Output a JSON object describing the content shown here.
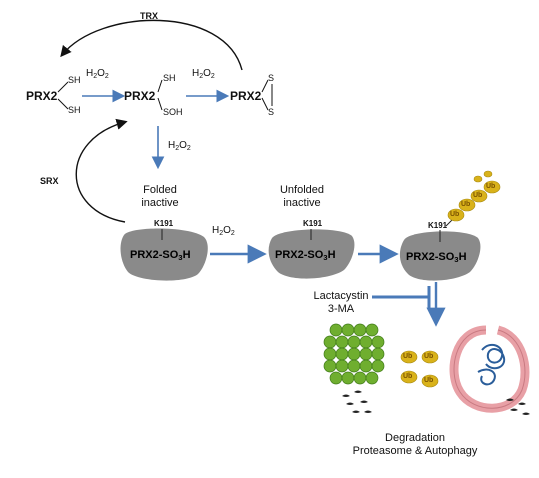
{
  "trx": "TRX",
  "srx": "SRX",
  "prx_reduced": "PRX2",
  "sh": "SH",
  "sh2": "SH",
  "sh_mid": "SH",
  "soh": "SOH",
  "prx_soh": "PRX2",
  "prx_disulfide": "PRX2",
  "s1": "S",
  "s2": "S",
  "h2o2_1": "H",
  "h2o2_2": "H",
  "h2o2_3": "H",
  "h2o2_4": "H",
  "folded_label_1": "Folded",
  "folded_label_2": "inactive",
  "unfolded_label_1": "Unfolded",
  "unfolded_label_2": "inactive",
  "k191": "K191",
  "prx_so3h": "PRX2-SO",
  "so3h_h": "H",
  "ub": "Ub",
  "inhibitor_1": "Lactacystin",
  "inhibitor_2": "3-MA",
  "degradation": "Degradation",
  "degradation_sub": "Proteasome & Autophagy",
  "colors": {
    "arrow_blue": "#4a7ab8",
    "blob_gray": "#8a8a8a",
    "ub_fill": "#d9b21a",
    "proteasome": "#6fae2f",
    "autophagosome": "#e8a0a6"
  }
}
